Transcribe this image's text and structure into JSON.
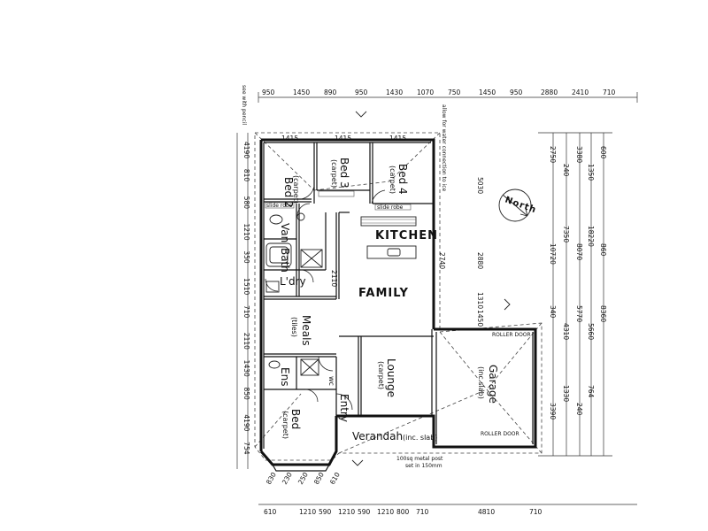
{
  "top_dimensions": [
    "950",
    "1450",
    "890",
    "950",
    "1430",
    "1070",
    "750",
    "1450",
    "950",
    "2880",
    "2410",
    "710"
  ],
  "bottom_dimensions": [
    "610",
    "1210",
    "590",
    "1210",
    "590",
    "1210",
    "800",
    "710",
    "4810",
    "710"
  ],
  "bottom_small_dimensions": [
    "830",
    "230",
    "250",
    "850",
    "610"
  ],
  "left_dimensions": [
    "4190",
    "810",
    "580",
    "1210",
    "350",
    "1510",
    "710",
    "2110",
    "1430",
    "850",
    "4190",
    "754"
  ],
  "right_dimensions": [
    "2750",
    "240",
    "3380",
    "1350",
    "600",
    "10720",
    "7350",
    "8070",
    "18220",
    "860",
    "340",
    "4310",
    "5770",
    "5660",
    "8360",
    "3390",
    "1330",
    "240",
    "764"
  ],
  "interior_dimensions": [
    "5030",
    "2880",
    "1310",
    "1450",
    "2740",
    "2110",
    "1415",
    "1415",
    "1415"
  ],
  "rooms": {
    "bed2": "Bed 2",
    "bed3": "Bed 3",
    "bed4": "Bed 4",
    "bed": "Bed",
    "carpet": "(carpet)",
    "van": "Van",
    "bath": "Bath",
    "lindry": "L'dry",
    "meals": "Meals",
    "tiles": "(tiles)",
    "lounge": "Lounge",
    "garage": "Garage",
    "garage_note": "(inc slab)",
    "entry": "Entry",
    "ens": "Ens",
    "verandah": "Verandah",
    "verandah_note": "(inc. slab)",
    "wc": "wc",
    "kitchen_hand": "KITCHEN",
    "family_hand": "FAMILY",
    "north_hand": "North"
  },
  "notes": {
    "slide_robe": "slide robe",
    "sink_note": "allow for water connection to ice",
    "roller_door": "ROLLER DOOR",
    "post_note_1": "100sq metal post",
    "post_note_2": "set in 150mm",
    "margin_note": "see with pencil"
  }
}
